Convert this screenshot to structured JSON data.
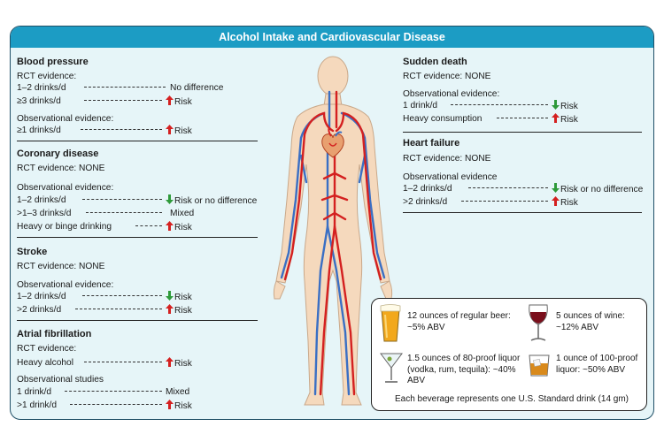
{
  "title": "Alcohol Intake and Cardiovascular Disease",
  "sections": {
    "blood_pressure": {
      "title": "Blood pressure",
      "rct_label": "RCT evidence:",
      "rows": [
        {
          "label": "1–2 drinks/d",
          "result": "No difference",
          "arrow": "none"
        },
        {
          "label": "≥3 drinks/d",
          "result": "Risk",
          "arrow": "up"
        }
      ],
      "obs_label": "Observational evidence:",
      "obs_rows": [
        {
          "label": "≥1 drinks/d",
          "result": "Risk",
          "arrow": "up"
        }
      ]
    },
    "coronary": {
      "title": "Coronary disease",
      "rct_label": "RCT evidence: NONE",
      "obs_label": "Observational evidence:",
      "obs_rows": [
        {
          "label": "1–2 drinks/d",
          "result": "Risk or no difference",
          "arrow": "down"
        },
        {
          "label": ">1–3 drinks/d",
          "result": "Mixed",
          "arrow": "none"
        },
        {
          "label": "Heavy or binge drinking",
          "result": "Risk",
          "arrow": "up"
        }
      ]
    },
    "stroke": {
      "title": "Stroke",
      "rct_label": "RCT evidence: NONE",
      "obs_label": "Observational evidence:",
      "obs_rows": [
        {
          "label": "1–2 drinks/d",
          "result": "Risk",
          "arrow": "down"
        },
        {
          "label": ">2 drinks/d",
          "result": "Risk",
          "arrow": "up"
        }
      ]
    },
    "afib": {
      "title": "Atrial fibrillation",
      "rct_label": "RCT evidence:",
      "rows": [
        {
          "label": "Heavy alcohol",
          "result": "Risk",
          "arrow": "up"
        }
      ],
      "obs_label": "Observational studies",
      "obs_rows": [
        {
          "label": "1 drink/d",
          "result": "Mixed",
          "arrow": "none"
        },
        {
          "label": ">1 drink/d",
          "result": "Risk",
          "arrow": "up"
        }
      ]
    },
    "sudden_death": {
      "title": "Sudden death",
      "rct_label": "RCT evidence: NONE",
      "obs_label": "Observational evidence:",
      "obs_rows": [
        {
          "label": "1 drink/d",
          "result": "Risk",
          "arrow": "down"
        },
        {
          "label": "Heavy consumption",
          "result": "Risk",
          "arrow": "up"
        }
      ]
    },
    "heart_failure": {
      "title": "Heart failure",
      "rct_label": "RCT evidence: NONE",
      "obs_label": "Observational evidence",
      "obs_rows": [
        {
          "label": "1–2 drinks/d",
          "result": "Risk or no difference",
          "arrow": "down"
        },
        {
          "label": ">2 drinks/d",
          "result": "Risk",
          "arrow": "up"
        }
      ]
    }
  },
  "drinks": {
    "beer": "12 ounces of regular beer: ~5% ABV",
    "wine": "5 ounces of wine: ~12% ABV",
    "liquor": "1.5 ounces of 80-proof liquor (vodka, rum, tequila): ~40% ABV",
    "proof100": "1 ounce of 100-proof liquor: ~50% ABV",
    "footer": "Each beverage represents one U.S. Standard drink (14 gm)"
  },
  "colors": {
    "banner": "#1c9cc4",
    "panel": "#e6f5f8",
    "arrow_up": "#d42020",
    "arrow_down": "#2e9a3a",
    "artery": "#d42020",
    "vein": "#3a6fc4",
    "skin": "#f5d9bd"
  }
}
